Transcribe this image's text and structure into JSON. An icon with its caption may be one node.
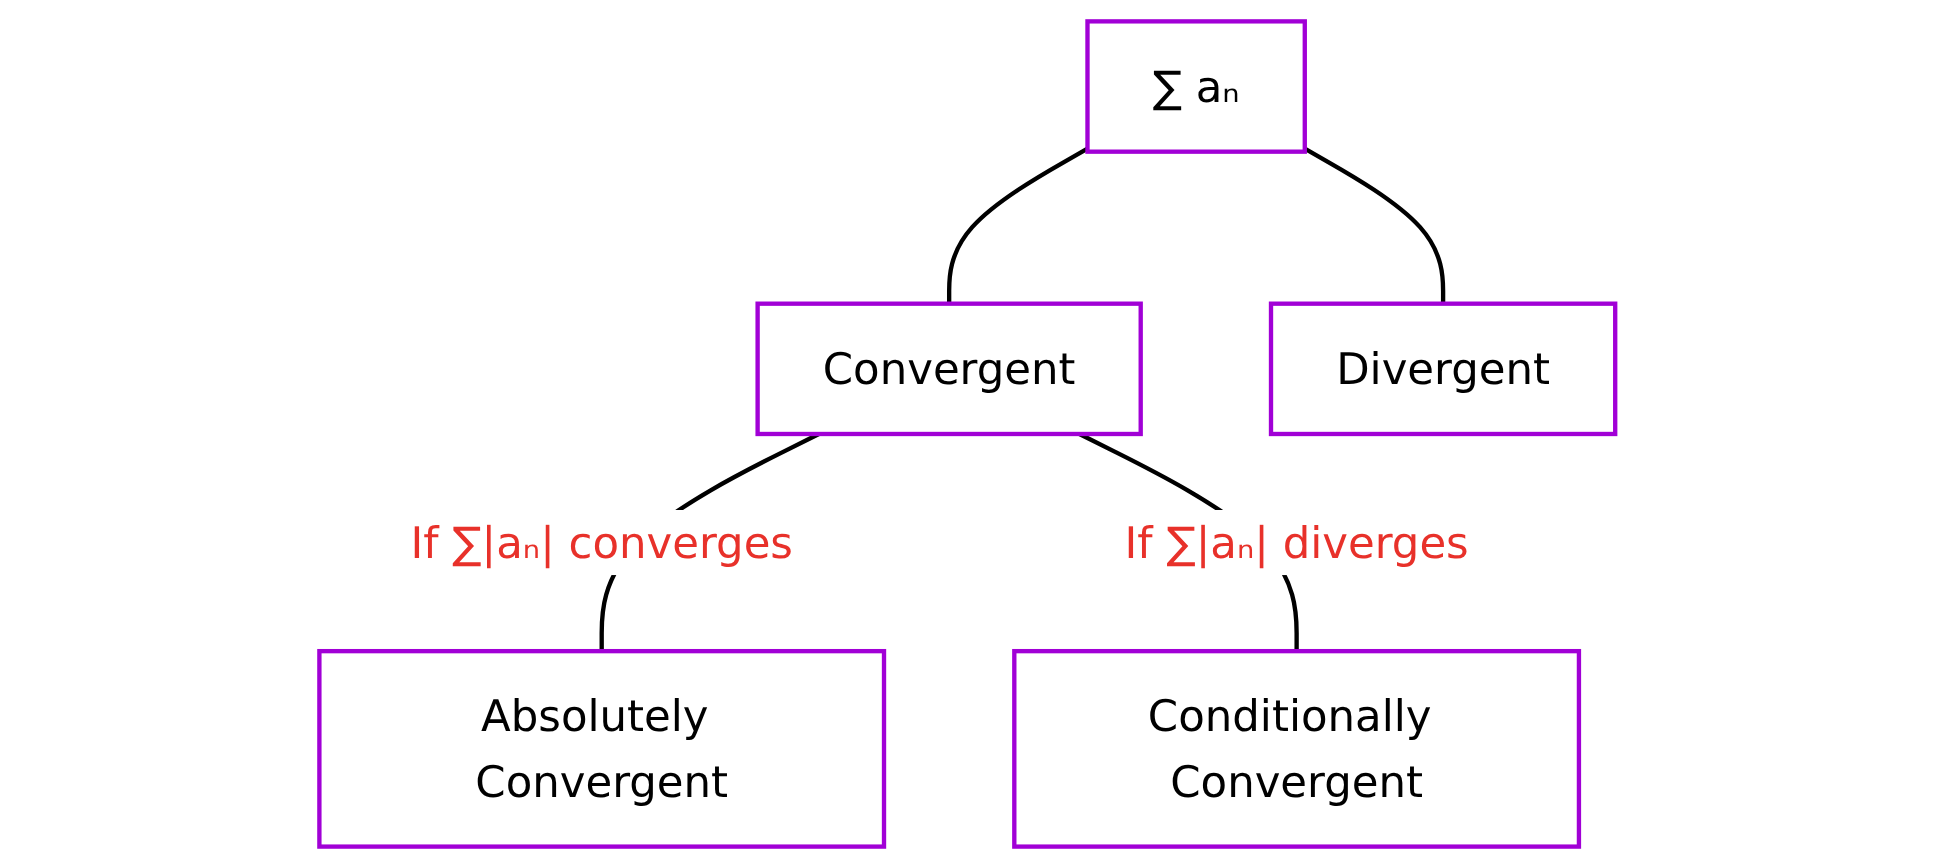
{
  "diagram": {
    "nodes": [
      {
        "text": [
          "∑ aₙ"
        ]
      },
      {
        "text": [
          "Convergent"
        ]
      },
      {
        "text": [
          "Divergent"
        ]
      },
      {
        "text": [
          "Absolutely Convergent"
        ]
      },
      {
        "text": [
          "Conditionally Convergent"
        ]
      }
    ],
    "edges": [
      {
        "from": 0,
        "to": 1,
        "arrow": "none"
      },
      {
        "from": 0,
        "to": 2,
        "arrow": "none"
      },
      {
        "from": 1,
        "to": 3,
        "arrow": "none",
        "label": "If ∑|aₙ| converges"
      },
      {
        "from": 1,
        "to": 4,
        "arrow": "none",
        "label": "If ∑|aₙ| diverges"
      }
    ]
  }
}
